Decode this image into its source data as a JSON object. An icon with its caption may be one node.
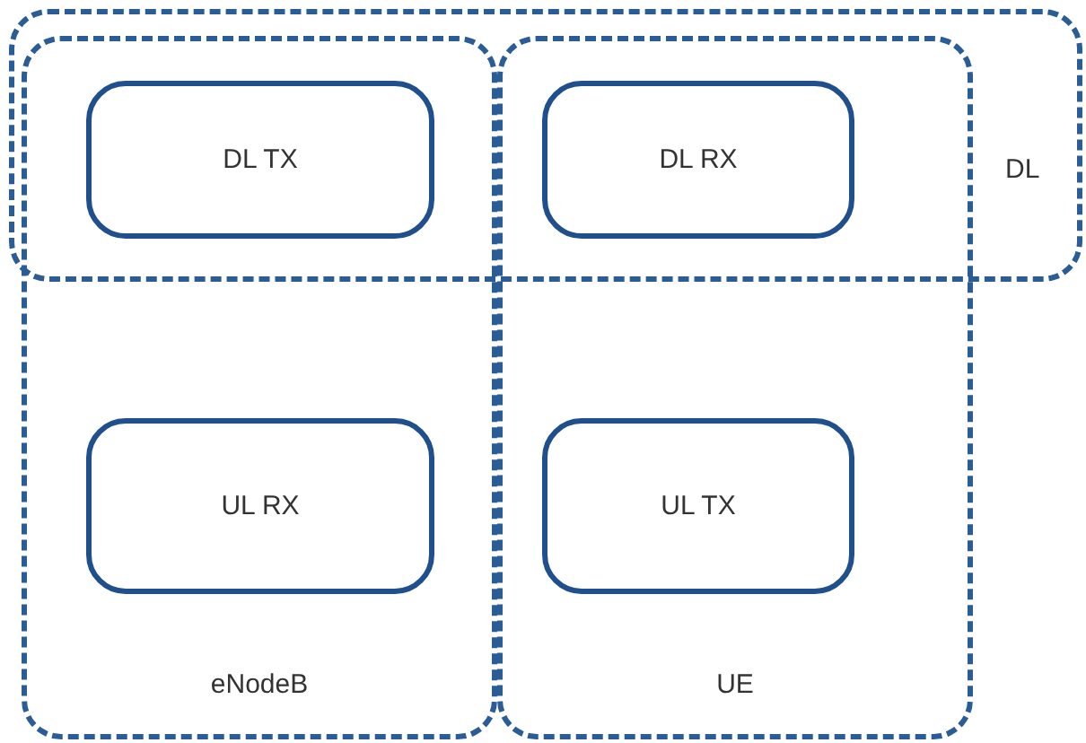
{
  "diagram": {
    "nodes": [
      {
        "text": [
          "DL"
        ]
      },
      {
        "text": [
          "eNodeB"
        ]
      },
      {
        "text": [
          "UE"
        ]
      },
      {
        "text": [
          "DL TX"
        ]
      },
      {
        "text": [
          "DL RX"
        ]
      },
      {
        "text": [
          "UL RX"
        ],
        "in": 1
      },
      {
        "text": [
          "UL TX"
        ],
        "in": 2
      }
    ]
  }
}
